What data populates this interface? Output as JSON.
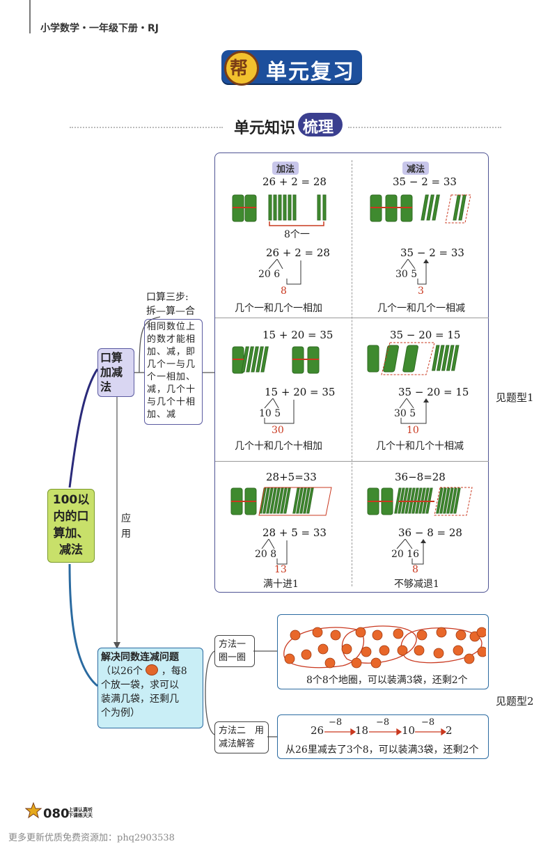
{
  "header": {
    "book": "小学数学・一年级下册・RJ"
  },
  "title_badge": {
    "circle_char": "帮",
    "text": "单元复习"
  },
  "section": {
    "title": "单元知识",
    "highlight": "梳理"
  },
  "root": {
    "text_lines": [
      "100以",
      "内的口",
      "算加、",
      "减法"
    ]
  },
  "branch1": {
    "text_lines": [
      "口算",
      "加减",
      "法"
    ]
  },
  "steps": {
    "line1": "口算三步:",
    "line2": "拆—算—合"
  },
  "rule": {
    "lines": [
      "相同数位上",
      "的数才能相",
      "加、减，即",
      "几个一与几",
      "个一相加、",
      "减，几个十",
      "与几个十相",
      "加、减"
    ]
  },
  "apply_label": {
    "lines": [
      "应",
      "用"
    ]
  },
  "grid": {
    "col_tags": [
      "加法",
      "减法"
    ],
    "cells": [
      {
        "top_eq": "26 + 2 = 28",
        "brace_label": "8个一",
        "eq": "26 + 2 = 28",
        "split": "20 6",
        "result": "8",
        "caption": "几个一和几个一相加"
      },
      {
        "top_eq": "35 − 2 = 33",
        "eq": "35 − 2 = 33",
        "split": "30 5",
        "result": "3",
        "caption": "几个一和几个一相减"
      },
      {
        "top_eq": "15 + 20 = 35",
        "eq": "15 + 20 = 35",
        "split": "10 5",
        "result": "30",
        "caption": "几个十和几个十相加"
      },
      {
        "top_eq": "35 − 20 = 15",
        "eq": "35 − 20 = 15",
        "split": "30 5",
        "result": "10",
        "caption": "几个十和几个十相减"
      },
      {
        "top_eq": "28+5=33",
        "eq": "28 + 5 = 33",
        "split": "20 8",
        "result": "13",
        "caption": "满十进1"
      },
      {
        "top_eq": "36−8=28",
        "eq": "36 − 8 = 28",
        "split": "20 16",
        "result": "8",
        "caption": "不够减退1"
      }
    ]
  },
  "see_type1": "见题型1",
  "branch2": {
    "line1": "解决同数连减问题",
    "line2a": "（以26个",
    "line2b": "，每8",
    "line3": "个放一袋，求可以",
    "line4": "装满几袋，还剩几",
    "line5": "个为例）"
  },
  "method1": {
    "label_lines": [
      "方法一",
      "圈一圈"
    ],
    "caption": "8个8个地圈，可以装满3袋，还剩2个"
  },
  "method2": {
    "label_lines": [
      "方法二　用",
      "减法解答"
    ],
    "chain": [
      "26",
      "18",
      "10",
      "2"
    ],
    "step": "−8",
    "caption": "从26里减去了3个8，可以装满3袋，还剩2个"
  },
  "see_type2": "见题型2",
  "footer": {
    "page": "080",
    "slogan_lines": [
      "上课认真听",
      "下课练天天"
    ],
    "watermark": "更多更新优质免费资源加：phq2903538"
  },
  "colors": {
    "accent_blue": "#1d4f9c",
    "gold": "#f2c12e",
    "green_node": "#c8e06a",
    "purple_node": "#d9d6f2",
    "cyan_node": "#c9eef6",
    "red_text": "#c9381f"
  }
}
